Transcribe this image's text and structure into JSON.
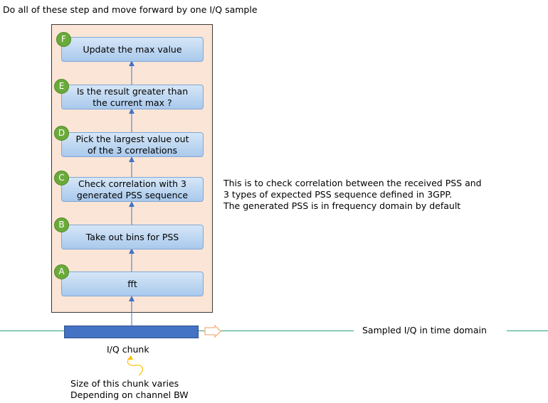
{
  "header": {
    "text": "Do all of these step and move forward by one I/Q sample"
  },
  "steps": [
    {
      "badge": "F",
      "label": "Update the max value"
    },
    {
      "badge": "E",
      "label_line1": "Is the result greater than",
      "label_line2": "the current max ?"
    },
    {
      "badge": "D",
      "label_line1": "Pick the largest value out",
      "label_line2": "of the 3 correlations"
    },
    {
      "badge": "C",
      "label_line1": "Check correlation with 3",
      "label_line2": "generated PSS sequence"
    },
    {
      "badge": "B",
      "label": "Take out bins for PSS"
    },
    {
      "badge": "A",
      "label": "fft"
    }
  ],
  "note": {
    "line1": "This is to check correlation between the received PSS and",
    "line2": "3 types of expected PSS sequence defined in 3GPP.",
    "line3": "The generated PSS is in frequency domain by default"
  },
  "timeline": {
    "label": "Sampled I/Q in time domain"
  },
  "chunk": {
    "label": "I/Q chunk",
    "size_note_line1": "Size of this chunk varies",
    "size_note_line2": "Depending on channel BW"
  },
  "colors": {
    "panel_fill": "#fbe5d6",
    "step_fill": "#a9c9ec",
    "badge_fill": "#6aaa3a",
    "chunk_fill": "#4472c4",
    "timeline": "#2aa37a",
    "connector_arrow": "#4472c4",
    "forward_arrow": "#f4b183",
    "squiggle": "#ffc000"
  }
}
